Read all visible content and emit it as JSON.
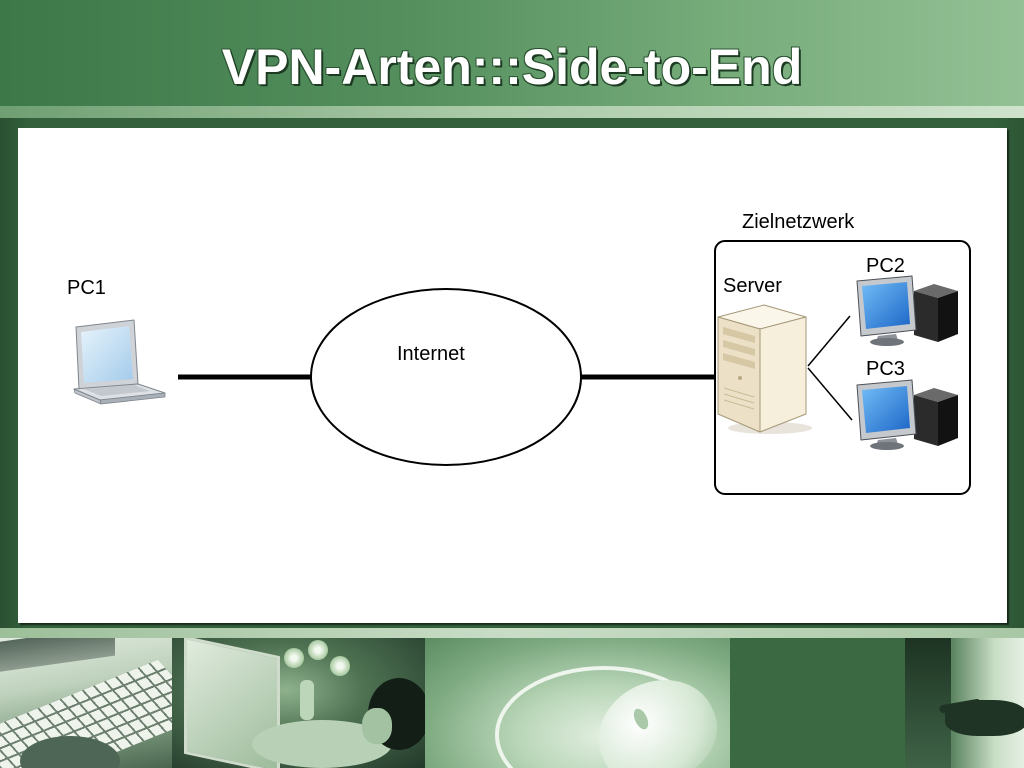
{
  "slide": {
    "title": "VPN-Arten:::Side-to-End"
  },
  "diagram": {
    "pc1_label": "PC1",
    "internet_label": "Internet",
    "network_label": "Zielnetzwerk",
    "server_label": "Server",
    "pc2_label": "PC2",
    "pc3_label": "PC3"
  },
  "icons": {
    "pc1": "laptop-icon",
    "server": "server-icon",
    "pc2": "desktop-computer-icon",
    "pc3": "desktop-computer-icon"
  },
  "colors": {
    "band_start": "#3c7848",
    "band_end": "#93c195",
    "frame": "#34613c",
    "panel": "#ffffff",
    "stroke": "#000000",
    "screen_blue": "#2f86e0",
    "server_body": "#ece1c6"
  }
}
